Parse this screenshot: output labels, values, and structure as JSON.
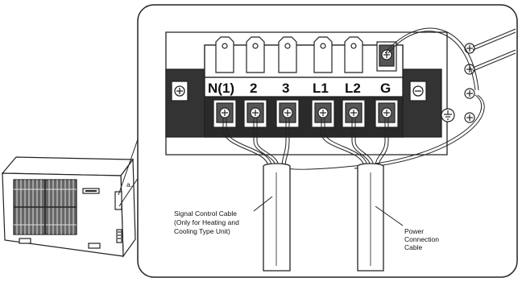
{
  "terminal_labels": [
    "N(1)",
    "2",
    "3",
    "L1",
    "L2",
    "G"
  ],
  "signal_cable": {
    "line1": "Signal Control Cable",
    "line2": "(Only for Heating and",
    "line3": "Cooling Type Unit)"
  },
  "power_cable": {
    "line1": "Power",
    "line2": "Connection",
    "line3": "Cable"
  },
  "side_mark": "a."
}
